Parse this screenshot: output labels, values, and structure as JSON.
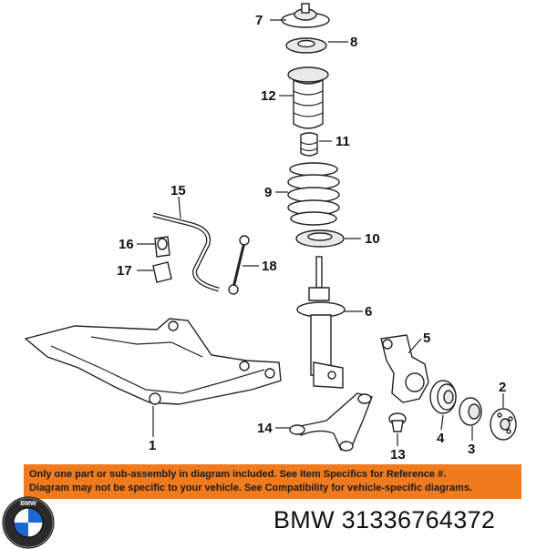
{
  "callouts": {
    "c1": "1",
    "c2": "2",
    "c3": "3",
    "c4": "4",
    "c5": "5",
    "c6": "6",
    "c7": "7",
    "c8": "8",
    "c9": "9",
    "c10": "10",
    "c11": "11",
    "c12": "12",
    "c13": "13",
    "c14": "14",
    "c15": "15",
    "c16": "16",
    "c17": "17",
    "c18": "18"
  },
  "notice": {
    "line1": "Only one part or sub-assembly in diagram included. See Item Specifics for Reference #.",
    "line2": "Diagram may not be specific to your vehicle. See Compatibility for vehicle-specific diagrams."
  },
  "brand": {
    "logo_text": "BMW",
    "part_number": "BMW 31336764372"
  },
  "colors": {
    "notice_bg": "#f07a1e",
    "logo_blue": "#1c69d4"
  }
}
